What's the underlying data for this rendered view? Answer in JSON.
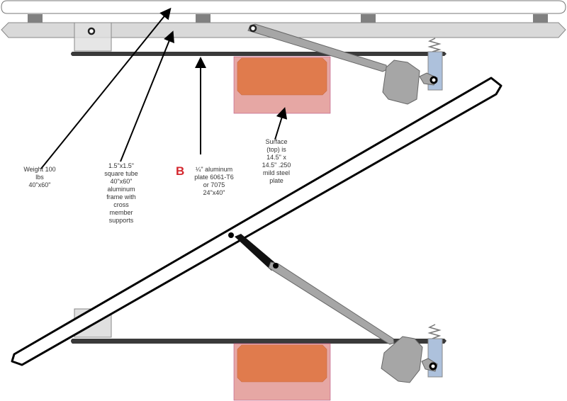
{
  "diagram": {
    "title": "Lifting table mechanism – closed and open positions",
    "colors": {
      "top_board_fill": "#ffffff",
      "frame_fill": "#d9d9d9",
      "spacer_fill": "#808080",
      "plate_fill": "#3a3a3a",
      "bracket_fill": "#e0e0e0",
      "arm_fill": "#a6a6a6",
      "latch_block_fill": "#adc1dc",
      "surface_outer_fill": "#e6a7a4",
      "surface_inner_fill": "#e07b4d",
      "label_letter": "#d4272e",
      "arrow": "#000000"
    },
    "labels": {
      "weight": "Weight 100\nlbs\n40\"x60\"",
      "frame": "1.5\"x1.5\"\nsquare tube\n40\"x60\"\naluminum\nframe with\ncross\nmember\nsupports",
      "plate_letter": "B",
      "plate": "¼\" aluminum\nplate 6061-T6\nor 7075\n24\"x40\"",
      "surface": "Surface\n(top) is\n14.5\" x\n14.5\" .250\nmild steel\nplate"
    }
  }
}
